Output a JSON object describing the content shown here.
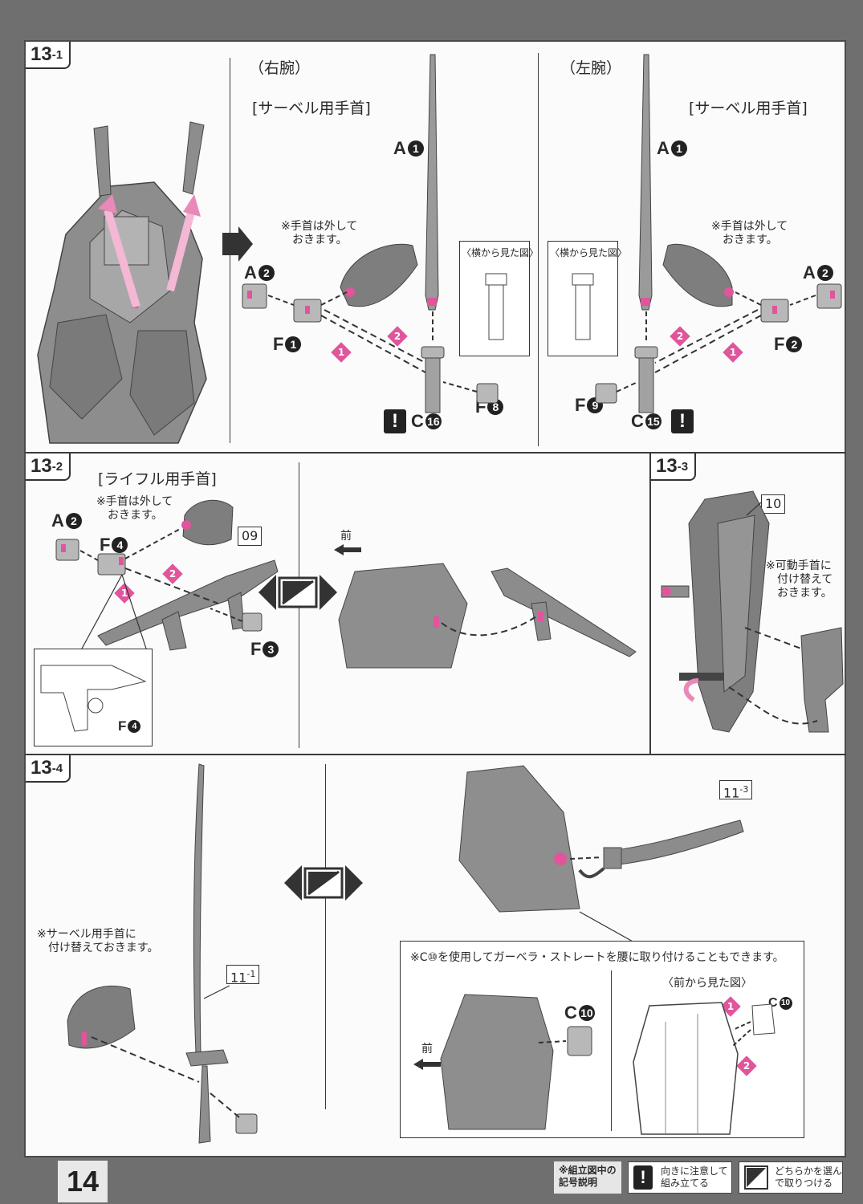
{
  "page": {
    "number": "14"
  },
  "steps": {
    "s13_1": {
      "tag_main": "13",
      "tag_sub": "-1",
      "right_arm": {
        "title": "（右腕）",
        "subtitle": "[サーベル用手首]",
        "note": "※手首は外して\n　おきます。",
        "side_view": "〈横から見た図〉",
        "parts": {
          "a1": "A",
          "a2": "A",
          "f1": "F",
          "f8": "F",
          "c16": "C"
        },
        "nums": {
          "a1": "1",
          "a2": "2",
          "f1": "1",
          "f8": "8",
          "c16": "16"
        },
        "order": [
          "1",
          "2"
        ]
      },
      "left_arm": {
        "title": "（左腕）",
        "subtitle": "[サーベル用手首]",
        "note": "※手首は外して\n　おきます。",
        "side_view": "〈横から見た図〉",
        "parts": {
          "a1": "A",
          "a2": "A",
          "f2": "F",
          "f9": "F",
          "c15": "C"
        },
        "nums": {
          "a1": "1",
          "a2": "2",
          "f2": "2",
          "f9": "9",
          "c15": "15"
        },
        "order": [
          "1",
          "2"
        ]
      }
    },
    "s13_2": {
      "tag_main": "13",
      "tag_sub": "-2",
      "subtitle": "[ライフル用手首]",
      "note": "※手首は外して\n　おきます。",
      "parts": {
        "a2": "A",
        "f4": "F",
        "f3": "F",
        "f4b": "F"
      },
      "nums": {
        "a2": "2",
        "f4": "4",
        "f3": "3",
        "f4b": "4"
      },
      "box_num": "09",
      "front": "前",
      "order": [
        "1",
        "2"
      ]
    },
    "s13_3": {
      "tag_main": "13",
      "tag_sub": "-3",
      "box_num": "10",
      "note": "※可動手首に\n　付け替えて\n　おきます。"
    },
    "s13_4": {
      "tag_main": "13",
      "tag_sub": "-4",
      "note": "※サーベル用手首に\n　付け替えておきます。",
      "box_num_a": "11",
      "box_num_a_sub": "-1",
      "box_num_b": "11",
      "box_num_b_sub": "-3",
      "inset_note": "※C⑩を使用してガーベラ・ストレートを腰に取り付けることもできます。",
      "front_view": "〈前から見た図〉",
      "front": "前",
      "parts": {
        "c10a": "C",
        "c10b": "C"
      },
      "nums": {
        "c10a": "10",
        "c10b": "10"
      },
      "order": [
        "1",
        "2"
      ]
    }
  },
  "legend": {
    "title": "※組立図中の\n記号説明",
    "warn": "向きに注意して\n組み立てる",
    "choose": "どちらかを選ん\nで取りつける"
  },
  "colors": {
    "accent": "#e0559b",
    "ink": "#2a2a2a",
    "part_grey": "#8a8a8a"
  }
}
